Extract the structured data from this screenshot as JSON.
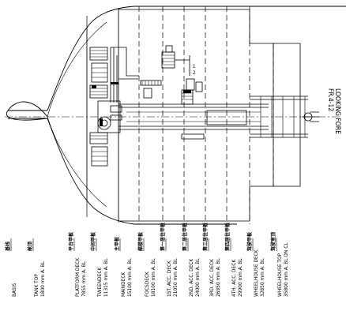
{
  "title": {
    "frame": "FR.4-12",
    "view": "LOOKING FORE"
  },
  "deck_labels": [
    {
      "cn": "基线",
      "name": "BASIS",
      "height": ""
    },
    {
      "cn": "舱顶",
      "name": "TANK TOP",
      "height": "1800 mm A. BL"
    },
    {
      "cn": "平台甲板",
      "name": "PLATFORM DECK",
      "height": "7855 mm A. BL"
    },
    {
      "cn": "中间甲板",
      "name": "TWEENDECK",
      "height": "11315 mm A. BL"
    },
    {
      "cn": "主甲板",
      "name": "MAINDECK",
      "height": "15100 mm A. BL"
    },
    {
      "cn": "艏楼甲板",
      "name": "FOCSDECK",
      "height": "18100 mm A. BL"
    },
    {
      "cn": "第一居住甲板",
      "name": "1ST. ACC. DECK",
      "height": "21050 mm A. BL"
    },
    {
      "cn": "第二居住甲板",
      "name": "2ND. ACC. DECK",
      "height": "24000 mm A. BL"
    },
    {
      "cn": "第三居住甲板",
      "name": "3RD. ACC. DECK",
      "height": "26950 mm A. BL"
    },
    {
      "cn": "第四居住甲板",
      "name": "4TH. ACC. DECK",
      "height": "29900 mm A. BL"
    },
    {
      "cn": "驾驶甲板",
      "name": "WHEELHOUSE DECK",
      "height": "32850 mm A. BL"
    },
    {
      "cn": "驾驶室顶",
      "name": "WHEELHOUSE TOP",
      "height": "35800 mm A. BL ON CL"
    }
  ],
  "small_marks": [
    "1",
    "2"
  ],
  "colors": {
    "line": "#000000",
    "background": "#ffffff"
  }
}
